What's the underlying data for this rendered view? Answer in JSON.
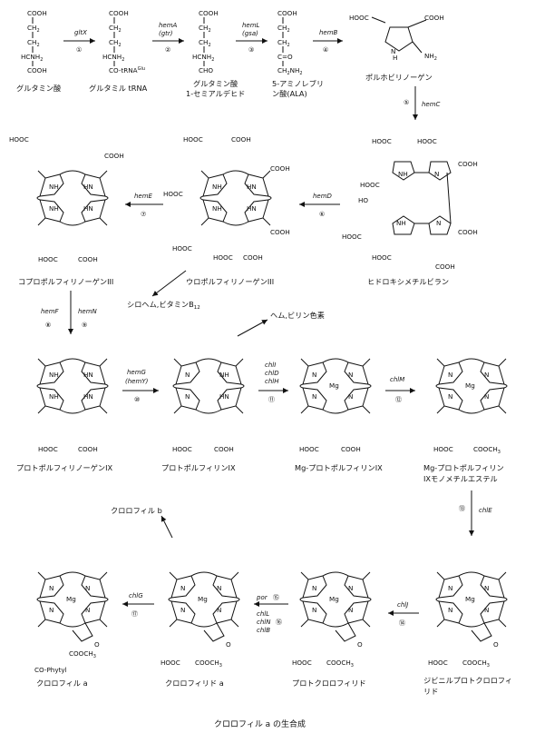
{
  "title": "クロロフィル a の生合成",
  "arrow_enzymes": {
    "e1": "gltX",
    "e2a": "hemA",
    "e2b": "(gtr)",
    "e3a": "hemL",
    "e3b": "(gsa)",
    "e4": "hemB",
    "e5": "hemC",
    "e6": "hemD",
    "e7": "hemE",
    "e8": "hemF",
    "e9": "hemN",
    "e10a": "hemG",
    "e10b": "(hemY)",
    "e11a": "chlI",
    "e11b": "chlD",
    "e11c": "chlH",
    "e12": "chlM",
    "e13": "chlE",
    "e14": "chlJ",
    "e15": "por",
    "e16a": "chlL",
    "e16b": "chlN",
    "e16c": "chlB",
    "e17": "chlG"
  },
  "step_numbers": [
    "①",
    "②",
    "③",
    "④",
    "⑤",
    "⑥",
    "⑦",
    "⑧",
    "⑨",
    "⑩",
    "⑪",
    "⑫",
    "⑬",
    "⑭",
    "⑮",
    "⑯",
    "⑰"
  ],
  "compound_names": {
    "glutamate": "グルタミン酸",
    "glutamyl_trna": "グルタミル tRNA",
    "gsa_1": "グルタミン酸",
    "gsa_2": "1-セミアルデヒド",
    "ala_1": "5-アミノレブリ",
    "ala_2": "ン酸(ALA)",
    "pbg": "ポルホビリノーゲン",
    "hmb": "ヒドロキシメチルビラン",
    "uro": "ウロポルフィリノーゲンIII",
    "copro": "コプロポルフィリノーゲンIII",
    "side_siroheme": "シロヘム,ビタミンB",
    "side_siroheme_sub": "12",
    "proto_gen": "プロトポルフィリノーゲンIX",
    "proto": "プロトポルフィリンIX",
    "side_heme": "ヘム,ビリン色素",
    "mg_proto": "Mg-プロトポルフィリンIX",
    "mg_me_1": "Mg-プロトポルフィリン",
    "mg_me_2": "IXモノメチルエステル",
    "dv_pchlide_1": "ジビニルプロトクロロフィ",
    "dv_pchlide_2": "リド",
    "pchlide": "プロトクロロフィリド",
    "chlide": "クロロフィリド a",
    "chla": "クロロフィル a",
    "side_chlb": "クロロフィル b"
  },
  "structure_labels": {
    "cooh": "COOH",
    "hooc": "HOOC",
    "ch2": "CH",
    "two": "2",
    "hcnh2": "HCNH",
    "co_trna": "CO-tRNA",
    "glu_sup": "Glu",
    "cho": "CHO",
    "ch2nh2": "CH",
    "nh2": "NH",
    "c_eq_o": "C=O",
    "nh": "NH",
    "hn": "HN",
    "n": "N",
    "h": "H",
    "ho": "HO",
    "mg": "Mg",
    "coome": "COOCH",
    "three": "3",
    "o": "O",
    "co_phytyl": "CO-Phytyl"
  }
}
